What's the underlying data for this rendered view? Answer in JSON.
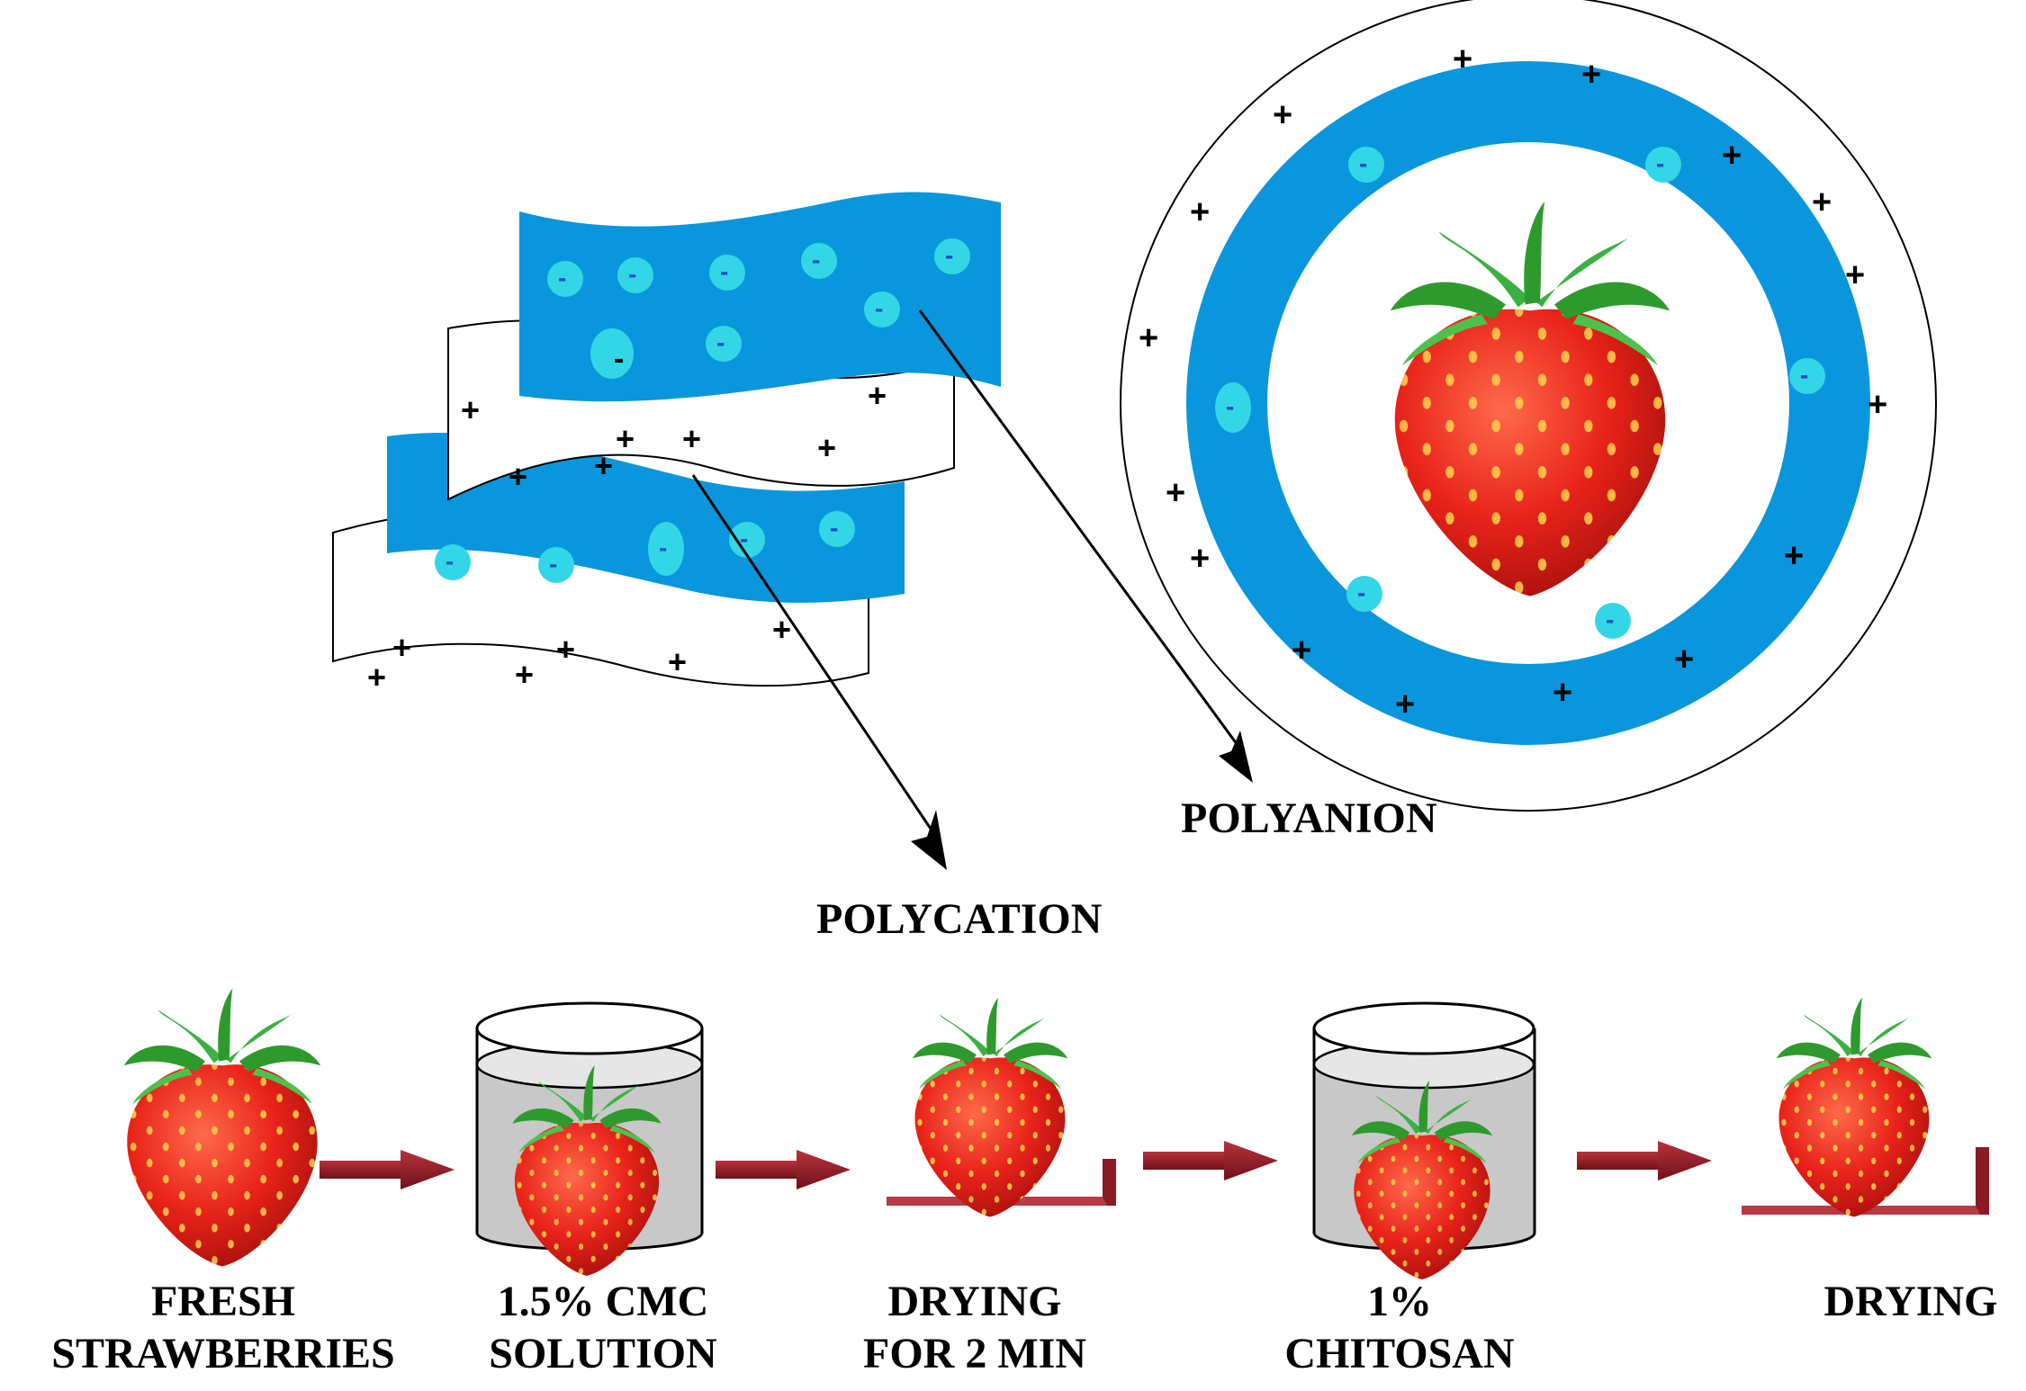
{
  "labels": {
    "polyanion": "POLYANION",
    "polycation": "POLYCATION"
  },
  "steps": [
    {
      "line1": "FRESH",
      "line2": "STRAWBERRIES"
    },
    {
      "line1": "1.5% CMC",
      "line2": "SOLUTION"
    },
    {
      "line1": "DRYING",
      "line2": "FOR 2 MIN"
    },
    {
      "line1": "1%",
      "line2": "CHITOSAN"
    },
    {
      "line1": "DRYING",
      "line2": ""
    }
  ],
  "symbols": {
    "positive": "+",
    "negative": "-"
  },
  "colors": {
    "polyanion_layer": "#0a96dc",
    "charge_dot": "#33d6e6",
    "strawberry": "#e8231a",
    "leaf": "#2e9a2e",
    "flow_arrow": "#8b1a24",
    "solution": "#c8c8c8"
  }
}
